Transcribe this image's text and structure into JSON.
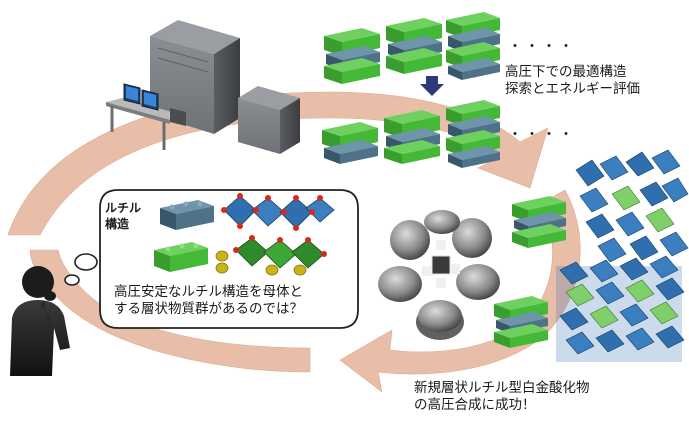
{
  "labels": {
    "top_line1": "高圧下での最適構造",
    "top_line2": "探索とエネルギー評価",
    "bottom_line1": "新規層状ルチル型白金酸化物",
    "bottom_line2": "の高圧合成に成功！",
    "bubble_line1": "高圧安定なルチル構造を母体と",
    "bubble_line2": "する層状物質群があるのでは？",
    "rutile_line1": "ルチル",
    "rutile_line2": "構造",
    "dots": "・・・・"
  },
  "icons": {
    "computer": "computer-workstation-icon",
    "person": "thinking-person-icon",
    "press": "multi-anvil-press-icon",
    "block": "lego-block-icon",
    "arrow": "down-arrow-icon"
  },
  "colors": {
    "cycle_arrow": "#e8b9a2",
    "green_block": "#44b837",
    "slate_block": "#4e7287",
    "octahedron": "#2f6fae",
    "green_octahedron": "#7fd06a",
    "atom_red": "#d62a1e",
    "atom_yellow": "#c9b316"
  }
}
